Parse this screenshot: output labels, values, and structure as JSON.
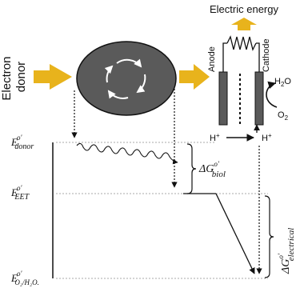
{
  "top": {
    "title": "Electric energy",
    "input_label_line1": "Electron",
    "input_label_line2": "donor",
    "anode_label": "Anode",
    "cathode_label": "Cathode",
    "water_label_main": "H",
    "water_label_sub": "2",
    "water_label_tail": "O",
    "oxygen_label_main": "O",
    "oxygen_label_sub": "2",
    "proton_left_main": "H",
    "proton_left_sup": "+",
    "proton_right_main": "H",
    "proton_right_sup": "+"
  },
  "levels": {
    "donor_main": "E",
    "donor_sup": "o′",
    "donor_sub": "donor",
    "eet_main": "E",
    "eet_sup": "o′",
    "eet_sub": "EET",
    "o2_main": "E",
    "o2_sup": "o′",
    "o2_sub": "O₂/H₂O."
  },
  "deltas": {
    "biol_main": "ΔG",
    "biol_sup": "o′",
    "biol_sub": "biol",
    "elec_main": "ΔG",
    "elec_sup": "o′",
    "elec_sub": "electrical"
  },
  "colors": {
    "arrow_fill": "#e8b31c",
    "cell_fill": "#5a5a5a",
    "ink": "#111111",
    "dotted_line": "#aaaaaa"
  }
}
